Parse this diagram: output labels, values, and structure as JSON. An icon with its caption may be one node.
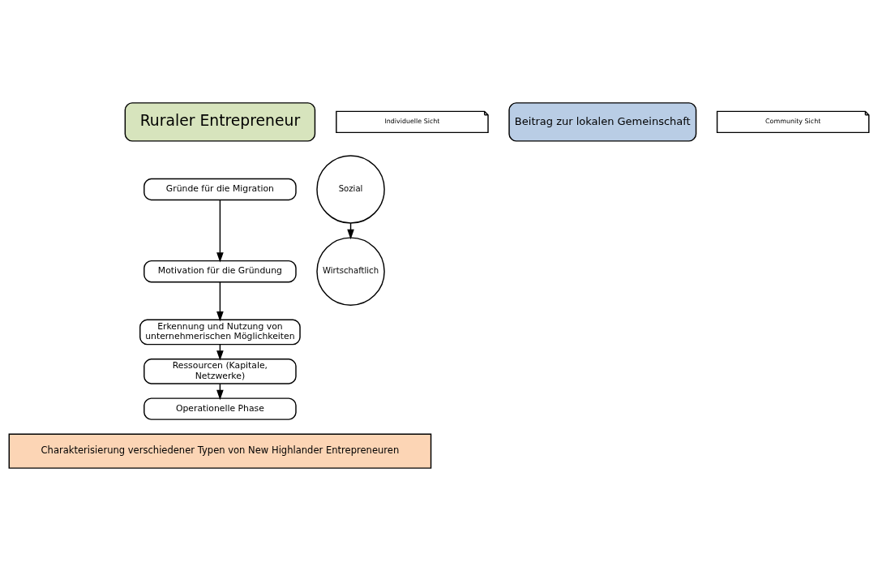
{
  "diagram": {
    "nodes": [
      {
        "text": [
          "Ruraler Entrepreneur"
        ]
      },
      {
        "text": [
          "Individuelle Sicht"
        ]
      },
      {
        "text": [
          "Beitrag zur lokalen Gemeinschaft"
        ]
      },
      {
        "text": [
          "Community Sicht"
        ]
      },
      {
        "text": [
          "Gründe für die Migration"
        ]
      },
      {
        "text": [
          "Motivation für die Gründung"
        ]
      },
      {
        "text": [
          "Erkennung und Nutzung von unternehmerischen Möglichkeiten"
        ]
      },
      {
        "text": [
          "Ressourcen (Kapitale, Netzwerke)"
        ]
      },
      {
        "text": [
          "Operationelle Phase"
        ]
      },
      {
        "text": [
          "Sozial"
        ]
      },
      {
        "text": [
          "Wirtschaftlich"
        ]
      },
      {
        "text": [
          "Charakterisierung verschiedener Typen von New Highlander Entrepreneuren"
        ]
      }
    ],
    "edges": [
      {
        "from": 4,
        "to": 5,
        "arrow": "to"
      },
      {
        "from": 5,
        "to": 6,
        "arrow": "to"
      },
      {
        "from": 6,
        "to": 7,
        "arrow": "to"
      },
      {
        "from": 7,
        "to": 8,
        "arrow": "to"
      },
      {
        "from": 9,
        "to": 10,
        "arrow": "to"
      }
    ]
  }
}
